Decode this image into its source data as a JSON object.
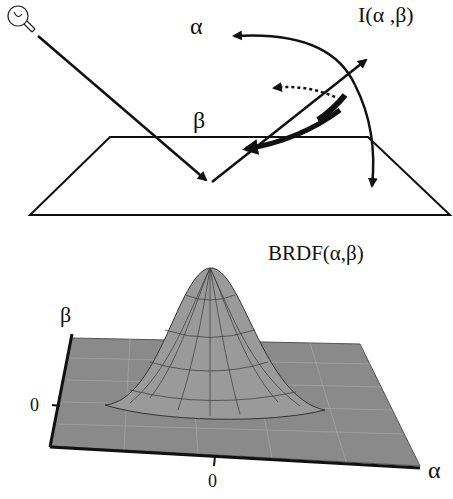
{
  "diagram": {
    "labels": [
      "α",
      "I(α ,β)",
      "β",
      "BRDF(α,β)",
      "β",
      "0",
      "0",
      "α"
    ]
  }
}
